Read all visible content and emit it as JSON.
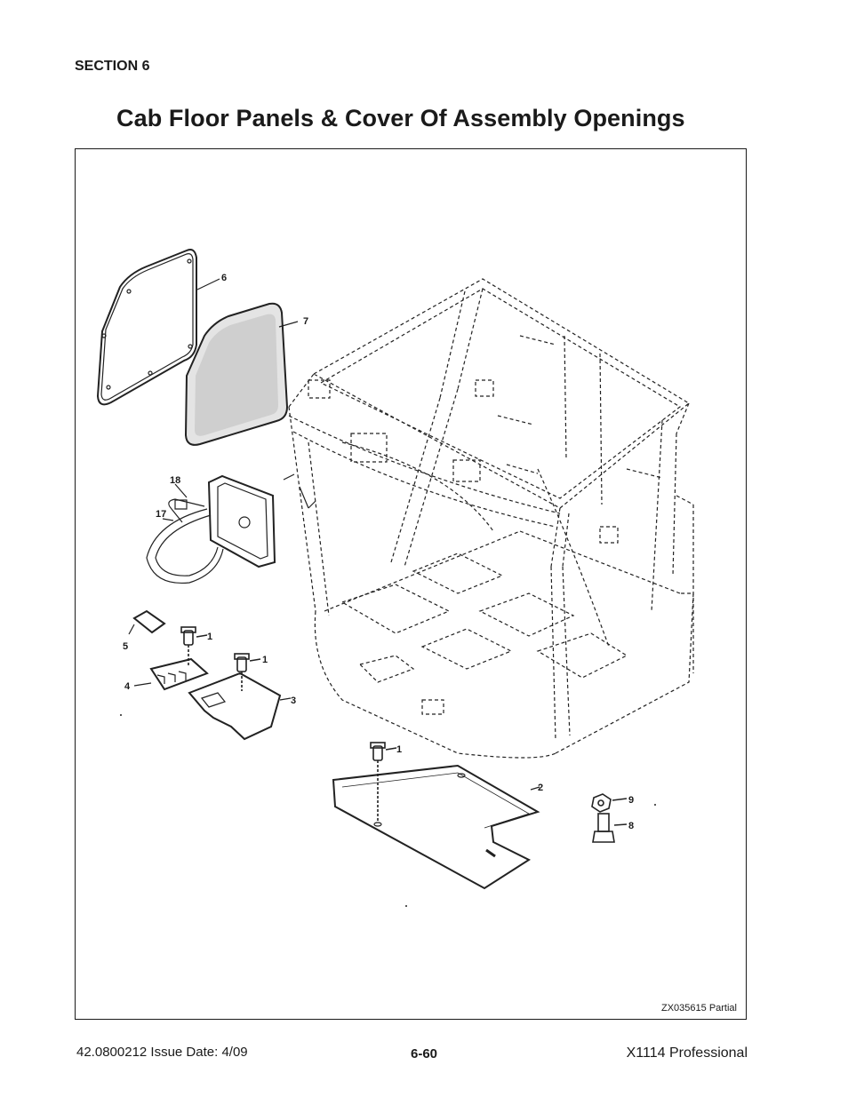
{
  "header": {
    "section": "SECTION 6",
    "title": "Cab Floor Panels & Cover Of Assembly Openings"
  },
  "figure": {
    "reference": "ZX035615 Partial",
    "callouts": [
      "6",
      "7",
      "18",
      "17",
      "5",
      "1",
      "1",
      "4",
      "3",
      "1",
      "2",
      "9",
      "8"
    ]
  },
  "footer": {
    "doc_issue": "42.0800212  Issue Date: 4/09",
    "page": "6-60",
    "product": "X1114 Professional"
  }
}
